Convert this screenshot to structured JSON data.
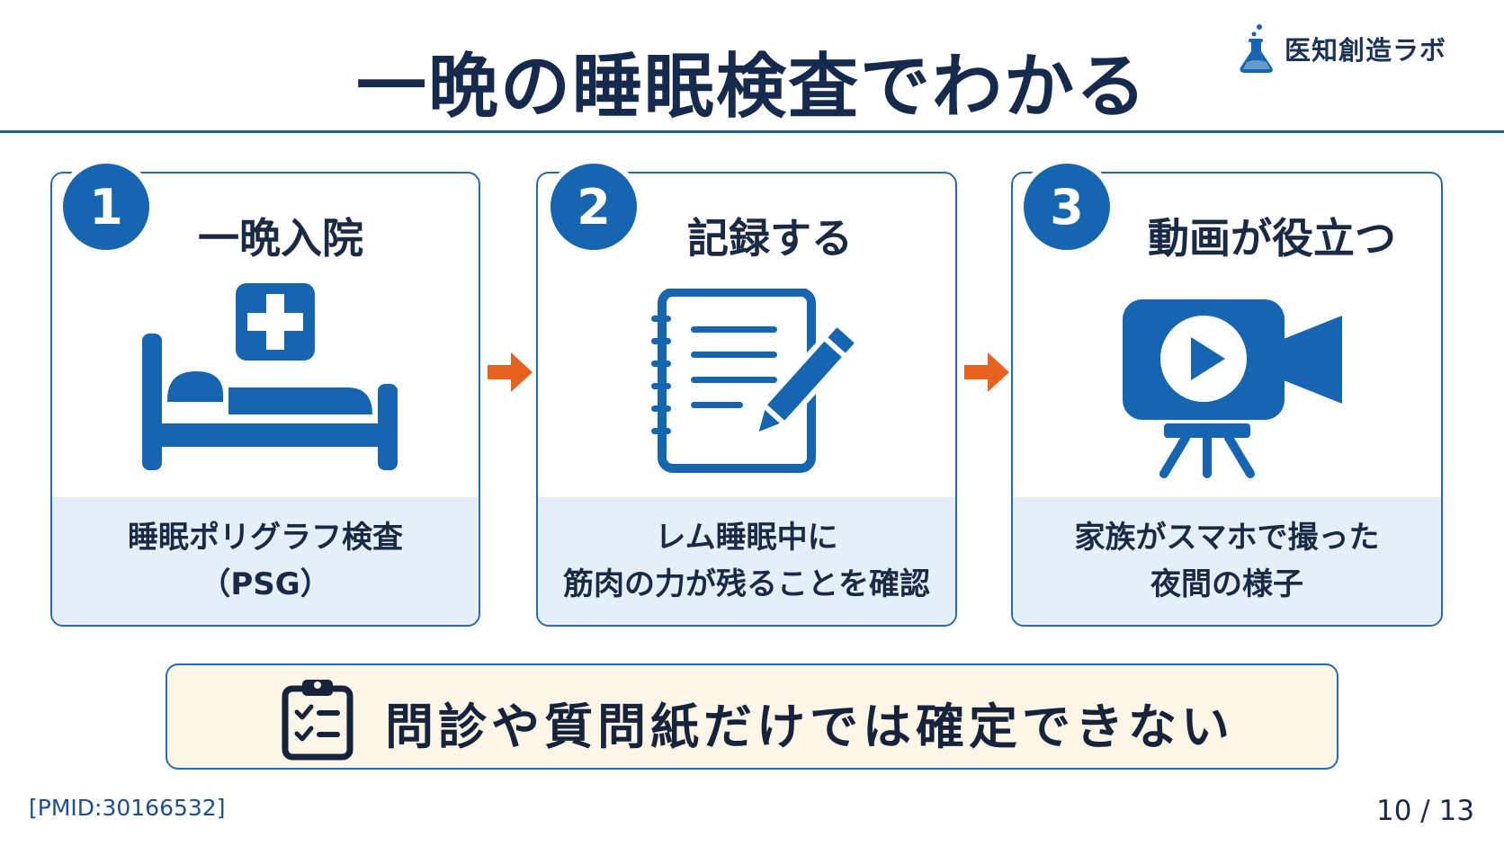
{
  "header": {
    "title": "一晩の睡眠検査でわかる",
    "logo_text": "医知創造ラボ",
    "logo_icon": "flask-icon"
  },
  "steps": [
    {
      "number": "1",
      "title": "一晩入院",
      "icon": "hospital-bed-icon",
      "caption_line1": "睡眠ポリグラフ検査",
      "caption_line2": "（PSG）"
    },
    {
      "number": "2",
      "title": "記録する",
      "icon": "notebook-pencil-icon",
      "caption_line1": "レム睡眠中に",
      "caption_line2": "筋肉の力が残ることを確認"
    },
    {
      "number": "3",
      "title": "動画が役立つ",
      "icon": "video-camera-icon",
      "caption_line1": "家族がスマホで撮った",
      "caption_line2": "夜間の様子"
    }
  ],
  "conclusion": {
    "icon": "clipboard-checklist-icon",
    "text": "問診や質問紙だけでは確定できない"
  },
  "footer": {
    "reference": "[PMID:30166532]",
    "page": "10 / 13"
  },
  "colors": {
    "primary": "#1565b0",
    "arrow": "#e8621f",
    "band": "#e4eff9",
    "conclusion_bg": "#fbf6e8"
  }
}
